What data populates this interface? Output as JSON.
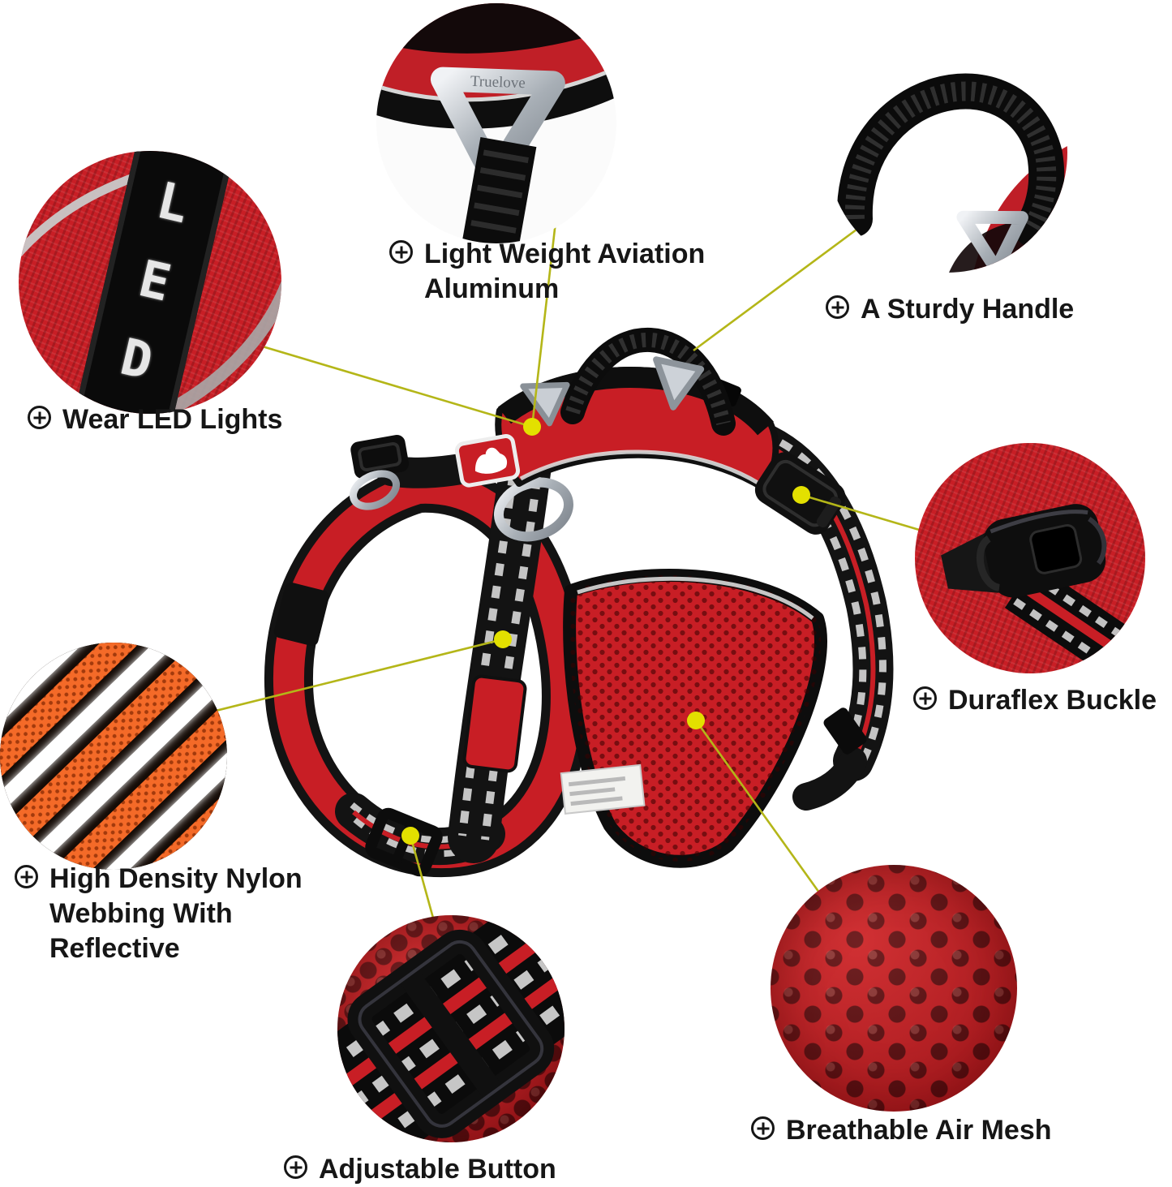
{
  "product": {
    "brand": "Truelove",
    "led_text": "LED",
    "description": "red reflective no-pull dog harness, annotated feature diagram"
  },
  "features": {
    "aluminum": {
      "lines": [
        "Light Weight Aviation",
        "Aluminum"
      ]
    },
    "handle": {
      "lines": [
        "A Sturdy Handle"
      ]
    },
    "led": {
      "lines": [
        "Wear LED Lights"
      ]
    },
    "buckle": {
      "lines": [
        "Duraflex Buckle"
      ]
    },
    "webbing": {
      "lines": [
        "High Density Nylon",
        "Webbing With",
        "Reflective"
      ]
    },
    "mesh": {
      "lines": [
        "Breathable Air Mesh"
      ]
    },
    "adjust": {
      "lines": [
        "Adjustable Button"
      ]
    }
  },
  "colors": {
    "harness_red": "#c81e25",
    "strap_black": "#131313",
    "connector_line": "#b4b618",
    "dot_yellow": "#e3e000",
    "metal_silver": "#b7bdc4",
    "glow_orange": "#f46a28",
    "label_text": "#161616"
  }
}
